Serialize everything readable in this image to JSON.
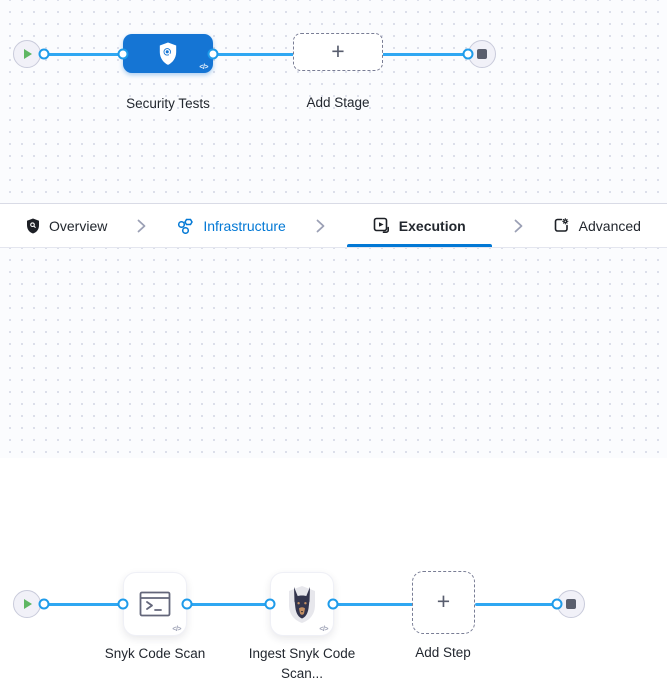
{
  "colors": {
    "canvas_bg": "#FBFCFE",
    "dot_grid": "#DCDFEA",
    "edge_blue": "#2FA7F2",
    "stage_blue": "#1575D4",
    "tab_active_blue": "#0278D5",
    "play_green": "#5FB763",
    "stop_gray": "#5A5F6E"
  },
  "stage_pipeline": {
    "start_node": "play",
    "stage": {
      "label": "Security Tests",
      "icon": "shield-search-icon",
      "code_badge": "</>"
    },
    "add_stage": {
      "label": "Add Stage",
      "plus": "+"
    },
    "end_node": "stop"
  },
  "tabs": {
    "items": [
      {
        "label": "Overview",
        "icon": "shield-icon",
        "state": "default"
      },
      {
        "label": "Infrastructure",
        "icon": "infrastructure-cluster-icon",
        "state": "visited-blue"
      },
      {
        "label": "Execution",
        "icon": "play-box-icon",
        "state": "active"
      },
      {
        "label": "Advanced",
        "icon": "box-gear-icon",
        "state": "default"
      }
    ],
    "separator": "chevron-right"
  },
  "step_pipeline": {
    "start_node": "play",
    "steps": [
      {
        "label": "Snyk Code Scan",
        "icon": "terminal-icon",
        "code_badge": "</>"
      },
      {
        "label": "Ingest Snyk Code Scan...",
        "icon": "snyk-dog-icon",
        "code_badge": "</>"
      }
    ],
    "add_step": {
      "label": "Add Step",
      "plus": "+"
    },
    "end_node": "stop"
  }
}
